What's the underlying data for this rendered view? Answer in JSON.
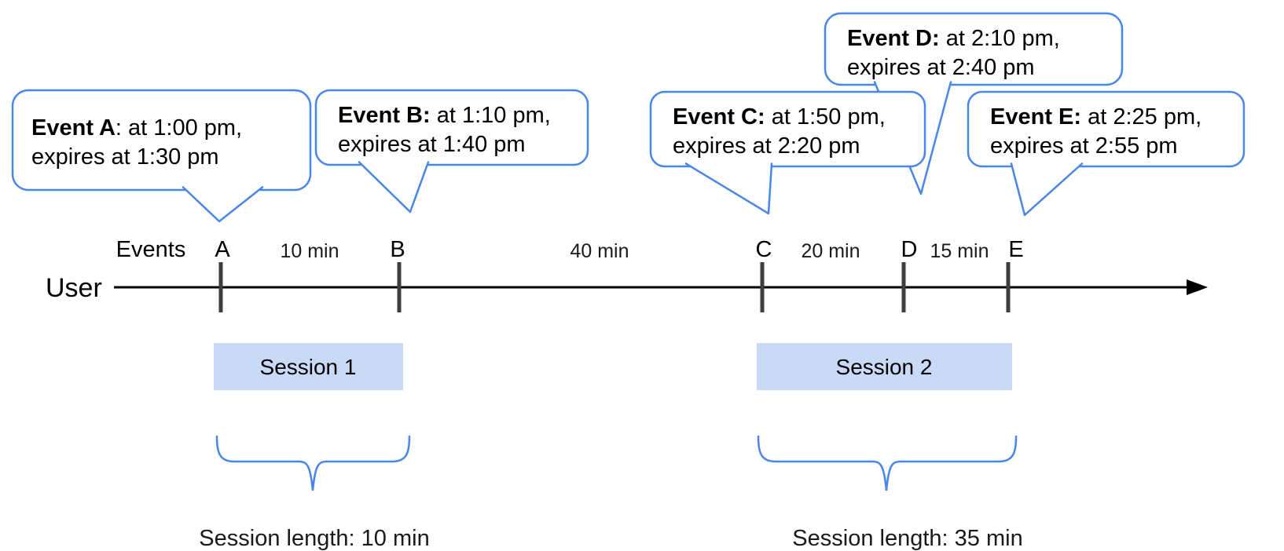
{
  "colors": {
    "accent_blue": "#4a86e8",
    "session_fill": "#c9daf8",
    "timeline_line": "#000000",
    "tick": "#3d3d3d",
    "text": "#000000"
  },
  "callouts": [
    {
      "id": "A",
      "bold": "Event A",
      "rest": ": at 1:00 pm,",
      "line2": "expires at 1:30 pm"
    },
    {
      "id": "B",
      "bold": "Event B:",
      "rest": " at 1:10 pm,",
      "line2": "expires at 1:40 pm"
    },
    {
      "id": "C",
      "bold": "Event C:",
      "rest": " at 1:50 pm,",
      "line2": "expires at 2:20 pm"
    },
    {
      "id": "D",
      "bold": "Event D:",
      "rest": " at 2:10 pm,",
      "line2": "expires at 2:40 pm"
    },
    {
      "id": "E",
      "bold": "Event E:",
      "rest": " at 2:25 pm,",
      "line2": "expires at 2:55 pm"
    }
  ],
  "timeline": {
    "user_label": "User",
    "events_label": "Events",
    "event_labels": [
      "A",
      "B",
      "C",
      "D",
      "E"
    ],
    "intervals": [
      "10 min",
      "40 min",
      "20 min",
      "15 min"
    ]
  },
  "sessions": [
    {
      "label": "Session 1",
      "length": "Session length: 10 min"
    },
    {
      "label": "Session 2",
      "length": "Session length: 35 min"
    }
  ]
}
